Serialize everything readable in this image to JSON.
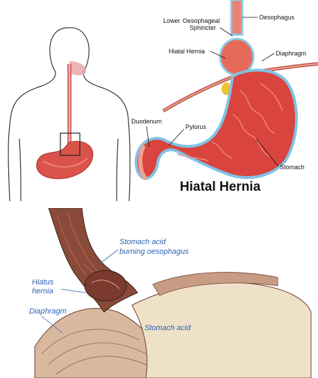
{
  "body_panel": {},
  "stomach_panel": {
    "title": "Hiatal Hernia",
    "labels": {
      "lower": "Lower",
      "oesophageal": "Oesophageal",
      "sphincter": "Sphincter",
      "oesophagus": "Oesophagus",
      "hiatal_hernia": "Hiatal Hernia",
      "diaphragm": "Diaphragm",
      "duodenum": "Duodenum",
      "pylorus": "Pylorus",
      "stomach": "Stomach"
    }
  },
  "detail_panel": {
    "labels": {
      "acid_line1": "Stomach acid",
      "acid_line2": "burning oesophagus",
      "hiatus": "Hiatus",
      "hernia": "hernia",
      "diaphragm": "Diaphragm",
      "stomach_acid": "Stomach acid"
    }
  },
  "colors": {
    "label_blue": "#2a62b0",
    "stomach_red": "#d9534a",
    "outline_blue": "#7fc3e6"
  }
}
